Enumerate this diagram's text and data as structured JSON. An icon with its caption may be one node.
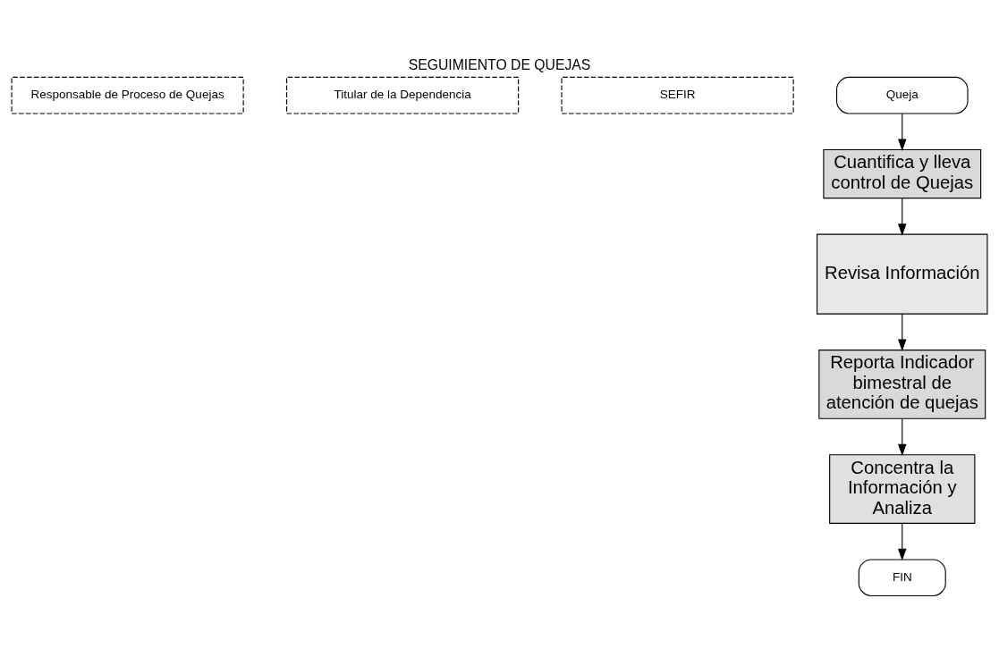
{
  "diagram": {
    "title": "SEGUIMIENTO DE QUEJAS",
    "nodes": [
      {
        "text": [
          "Responsable de Proceso de Quejas"
        ]
      },
      {
        "text": [
          "Titular de la Dependencia"
        ]
      },
      {
        "text": [
          "SEFIR"
        ]
      },
      {
        "text": [
          "Queja"
        ]
      },
      {
        "text": [
          "Cuantifica y lleva control de Quejas"
        ]
      },
      {
        "text": [
          "Revisa Información"
        ]
      },
      {
        "text": [
          "Reporta Indicador bimestral de atención de quejas"
        ]
      },
      {
        "text": [
          "Concentra la Información y Analiza"
        ]
      },
      {
        "text": [
          "FIN"
        ]
      }
    ],
    "edges": [
      {
        "from": 3,
        "to": 4,
        "arrow": "to"
      },
      {
        "from": 4,
        "to": 5,
        "arrow": "to"
      },
      {
        "from": 5,
        "to": 6,
        "arrow": "to"
      },
      {
        "from": 6,
        "to": 7,
        "arrow": "to"
      },
      {
        "from": 7,
        "to": 8,
        "arrow": "to"
      }
    ]
  }
}
